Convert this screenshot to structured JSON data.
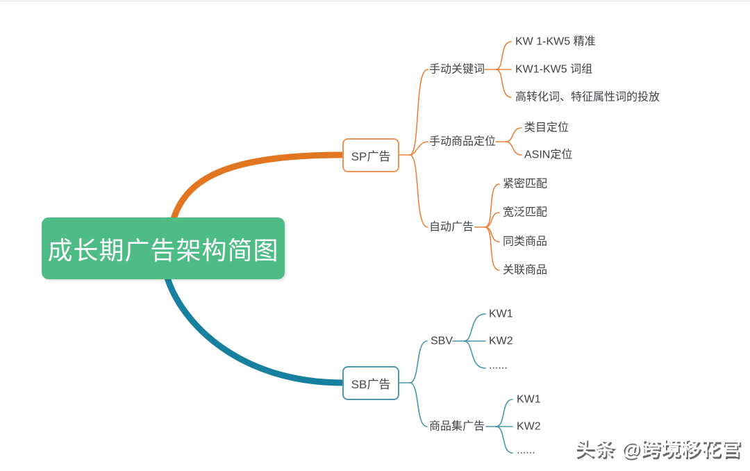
{
  "mindmap": {
    "root": {
      "label": "成长期广告架构简图"
    },
    "branches": [
      {
        "label": "SP广告",
        "color": "#e2751f",
        "children": [
          {
            "label": "手动关键词",
            "children": [
              {
                "label": "KW 1-KW5 精准"
              },
              {
                "label": "KW1-KW5 词组"
              },
              {
                "label": "高转化词、特征属性词的投放"
              }
            ]
          },
          {
            "label": "手动商品定位",
            "children": [
              {
                "label": "类目定位"
              },
              {
                "label": "ASIN定位"
              }
            ]
          },
          {
            "label": "自动广告",
            "children": [
              {
                "label": "紧密匹配"
              },
              {
                "label": "宽泛匹配"
              },
              {
                "label": "同类商品"
              },
              {
                "label": "关联商品"
              }
            ]
          }
        ]
      },
      {
        "label": "SB广告",
        "color": "#17809e",
        "children": [
          {
            "label": "SBV",
            "children": [
              {
                "label": "KW1"
              },
              {
                "label": "KW2"
              },
              {
                "label": "......"
              }
            ]
          },
          {
            "label": "商品集广告",
            "children": [
              {
                "label": "KW1"
              },
              {
                "label": "KW2"
              },
              {
                "label": "......"
              }
            ]
          }
        ]
      }
    ]
  },
  "watermark": "头条 @跨境移花宫",
  "colors": {
    "root_bg": "#4fbc86",
    "sp_branch": "#e2751f",
    "sb_branch": "#17809e",
    "label_text": "#3f4347"
  }
}
